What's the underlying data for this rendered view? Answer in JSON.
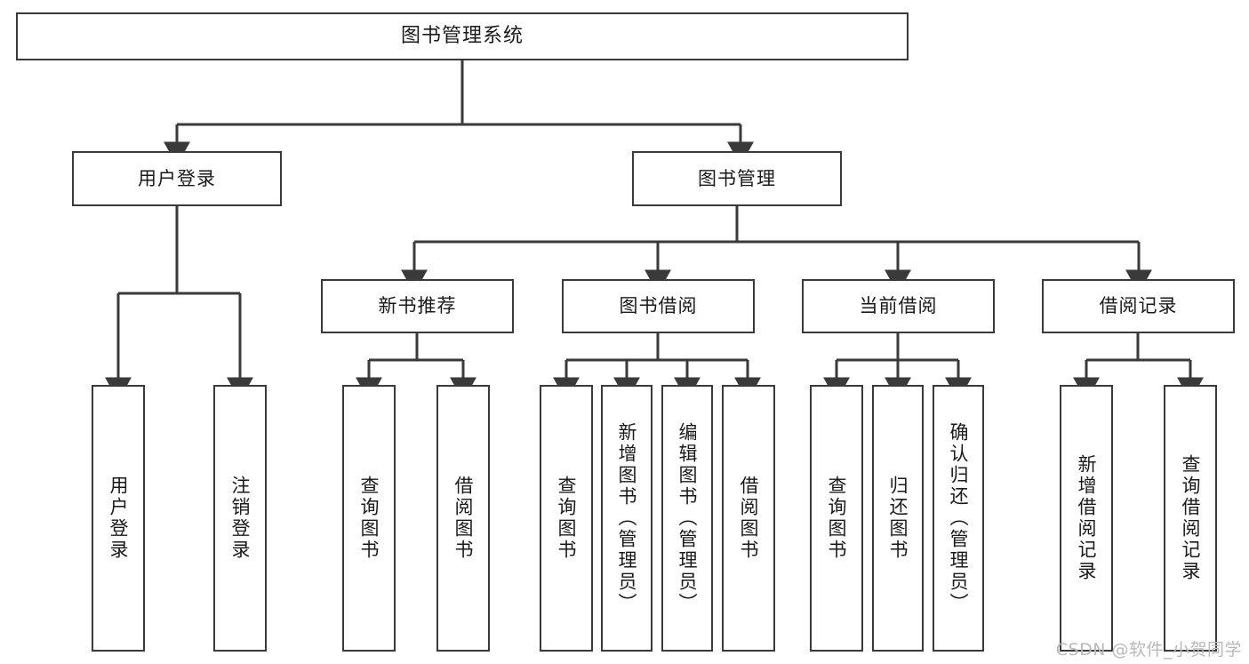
{
  "diagram": {
    "title": "图书管理系统",
    "watermark": "CSDN @软件_小贺同学",
    "colors": {
      "stroke": "#3a3a3a",
      "box_fill": "#ffffff",
      "text": "#1a1a1a",
      "watermark": "#b9b9b9",
      "background": "#ffffff"
    },
    "levels": {
      "root": [
        "图书管理系统"
      ],
      "level2": [
        "用户登录",
        "图书管理"
      ],
      "level3": [
        "新书推荐",
        "图书借阅",
        "当前借阅",
        "借阅记录"
      ],
      "leaves": [
        "用户登录",
        "注销登录",
        "查询图书",
        "借阅图书",
        "查询图书",
        "新增图书（管理员）",
        "编辑图书（管理员）",
        "借阅图书",
        "查询图书",
        "归还图书",
        "确认归还（管理员）",
        "新增借阅记录",
        "查询借阅记录"
      ]
    },
    "nodes": {
      "root": {
        "label": "图书管理系统"
      },
      "user_login": {
        "label": "用户登录"
      },
      "book_manage": {
        "label": "图书管理"
      },
      "new_book_rec": {
        "label": "新书推荐"
      },
      "book_borrow": {
        "label": "图书借阅"
      },
      "current_borrow": {
        "label": "当前借阅"
      },
      "borrow_record": {
        "label": "借阅记录"
      },
      "leaf_user_login": {
        "label": "用户登录"
      },
      "leaf_logout": {
        "label": "注销登录"
      },
      "leaf_query_book_1": {
        "label": "查询图书"
      },
      "leaf_borrow_book_1": {
        "label": "借阅图书"
      },
      "leaf_query_book_2": {
        "label": "查询图书"
      },
      "leaf_add_book": {
        "label": "新增图书（管理员）"
      },
      "leaf_edit_book": {
        "label": "编辑图书（管理员）"
      },
      "leaf_borrow_book_2": {
        "label": "借阅图书"
      },
      "leaf_query_book_3": {
        "label": "查询图书"
      },
      "leaf_return_book": {
        "label": "归还图书"
      },
      "leaf_confirm_return": {
        "label": "确认归还（管理员）"
      },
      "leaf_add_record": {
        "label": "新增借阅记录"
      },
      "leaf_query_record": {
        "label": "查询借阅记录"
      }
    },
    "edges": [
      {
        "from": "root",
        "to": "user_login"
      },
      {
        "from": "root",
        "to": "book_manage"
      },
      {
        "from": "user_login",
        "to": "leaf_user_login"
      },
      {
        "from": "user_login",
        "to": "leaf_logout"
      },
      {
        "from": "book_manage",
        "to": "new_book_rec"
      },
      {
        "from": "book_manage",
        "to": "book_borrow"
      },
      {
        "from": "book_manage",
        "to": "current_borrow"
      },
      {
        "from": "book_manage",
        "to": "borrow_record"
      },
      {
        "from": "new_book_rec",
        "to": "leaf_query_book_1"
      },
      {
        "from": "new_book_rec",
        "to": "leaf_borrow_book_1"
      },
      {
        "from": "book_borrow",
        "to": "leaf_query_book_2"
      },
      {
        "from": "book_borrow",
        "to": "leaf_add_book"
      },
      {
        "from": "book_borrow",
        "to": "leaf_edit_book"
      },
      {
        "from": "book_borrow",
        "to": "leaf_borrow_book_2"
      },
      {
        "from": "current_borrow",
        "to": "leaf_query_book_3"
      },
      {
        "from": "current_borrow",
        "to": "leaf_return_book"
      },
      {
        "from": "current_borrow",
        "to": "leaf_confirm_return"
      },
      {
        "from": "borrow_record",
        "to": "leaf_add_record"
      },
      {
        "from": "borrow_record",
        "to": "leaf_query_record"
      }
    ]
  }
}
